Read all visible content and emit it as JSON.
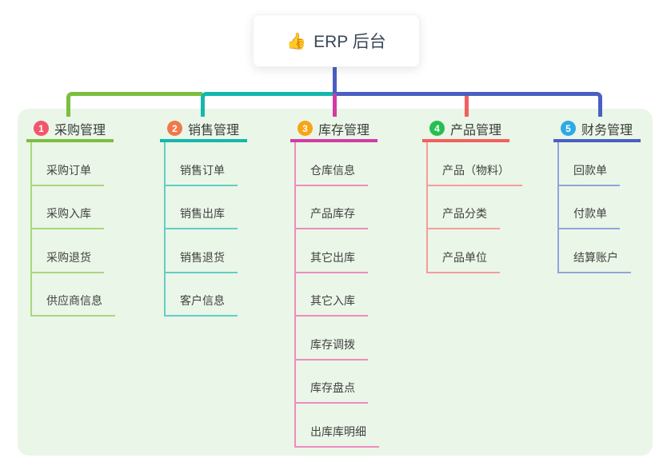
{
  "root": {
    "icon": "👍",
    "title": "ERP 后台"
  },
  "root_connector_color": "#4A5FC1",
  "panel_color": "#EAF6E7",
  "branches": [
    {
      "num": "1",
      "label": "采购管理",
      "badge_color": "#F2566B",
      "line_color": "#7CBE3F",
      "child_line_color": "#A9D77E",
      "children": [
        "采购订单",
        "采购入库",
        "采购退货",
        "供应商信息"
      ]
    },
    {
      "num": "2",
      "label": "销售管理",
      "badge_color": "#F0794A",
      "line_color": "#14B7AE",
      "child_line_color": "#63CEC5",
      "children": [
        "销售订单",
        "销售出库",
        "销售退货",
        "客户信息"
      ]
    },
    {
      "num": "3",
      "label": "库存管理",
      "badge_color": "#F7A416",
      "line_color": "#D23BA4",
      "child_line_color": "#EF8BBE",
      "children": [
        "仓库信息",
        "产品库存",
        "其它出库",
        "其它入库",
        "库存调拨",
        "库存盘点",
        "出库库明细"
      ]
    },
    {
      "num": "4",
      "label": "产品管理",
      "badge_color": "#27BE52",
      "line_color": "#F25F5F",
      "child_line_color": "#F89B9B",
      "children": [
        "产品（物料）",
        "产品分类",
        "产品单位"
      ]
    },
    {
      "num": "5",
      "label": "财务管理",
      "badge_color": "#2EA9E4",
      "line_color": "#4A5FC1",
      "child_line_color": "#91A4DC",
      "children": [
        "回款单",
        "付款单",
        "结算账户"
      ]
    }
  ]
}
